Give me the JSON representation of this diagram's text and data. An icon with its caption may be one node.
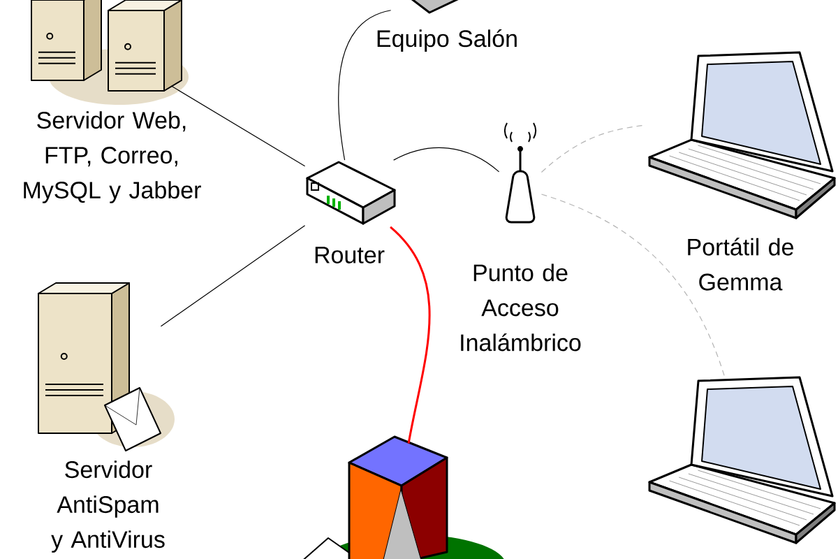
{
  "diagram": {
    "nodes": [
      {
        "text": [
          "Equipo Salón"
        ]
      },
      {
        "text": [
          "Servidor Web, FTP, Correo, MySQL y Jabber"
        ]
      },
      {
        "text": [
          "Router"
        ]
      },
      {
        "text": [
          "Punto de Acceso Inalámbrico"
        ]
      },
      {
        "text": [
          "Portátil de Gemma"
        ]
      },
      {
        "text": [
          "Servidor AntiSpam y AntiVirus"
        ]
      },
      {
        "text": [],
        "shape": "picture"
      },
      {
        "text": [],
        "shape": "picture"
      }
    ],
    "edges": [
      {
        "from": 1,
        "to": 2,
        "arrow": "none"
      },
      {
        "from": 0,
        "to": 2,
        "arrow": "none"
      },
      {
        "from": 2,
        "to": 3,
        "arrow": "none"
      },
      {
        "from": 5,
        "to": 2,
        "arrow": "none"
      },
      {
        "from": 2,
        "to": 6,
        "arrow": "none",
        "style": "thick",
        "color": "#ff0000"
      },
      {
        "from": 3,
        "to": 4,
        "arrow": "none",
        "style": "dashed",
        "color": "#b4b4b4"
      },
      {
        "from": 3,
        "to": 7,
        "arrow": "none",
        "style": "dashed",
        "color": "#b4b4b4"
      }
    ]
  }
}
